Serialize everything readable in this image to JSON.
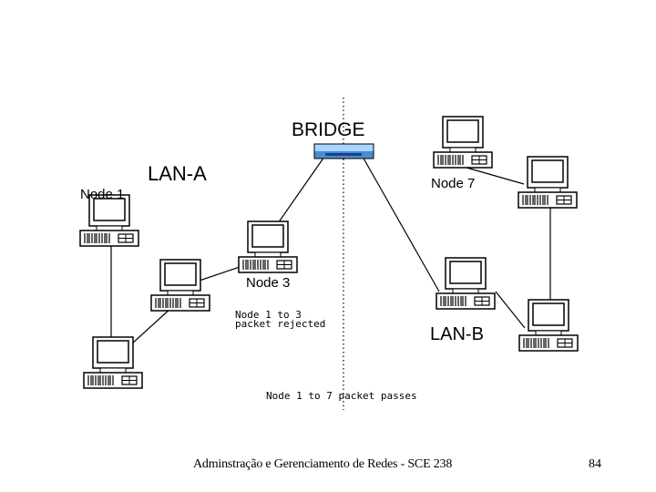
{
  "diagram": {
    "bridge_label": "BRIDGE",
    "lan_a_label": "LAN-A",
    "lan_b_label": "LAN-B",
    "node1_label": "Node 1",
    "node3_label": "Node 3",
    "node7_label": "Node 7",
    "rejected_line1": "Node 1 to 3",
    "rejected_line2": "packet rejected",
    "passes_label": "Node 1 to 7 packet passes"
  },
  "footer": {
    "course_text": "Adminstração e Gerenciamento de Redes - SCE 238",
    "page_number": "84"
  }
}
